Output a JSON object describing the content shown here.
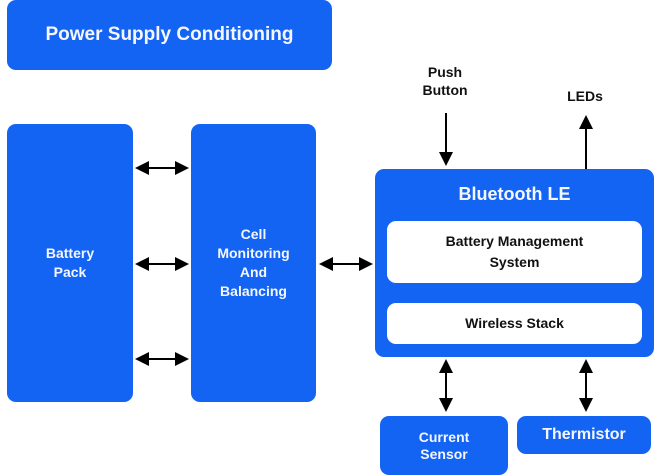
{
  "colors": {
    "block": "#1464f4",
    "block_text": "#f4f7ff",
    "inner": "#ffffff",
    "arrow": "#000000"
  },
  "blocks": {
    "power_supply": "Power Supply Conditioning",
    "battery_pack": [
      "Battery",
      "Pack"
    ],
    "cell_monitoring": [
      "Cell",
      "Monitoring",
      "And",
      "Balancing"
    ],
    "bluetooth": {
      "title": "Bluetooth LE",
      "bms": [
        "Battery Management",
        "System"
      ],
      "wireless_stack": "Wireless Stack"
    },
    "current_sensor": [
      "Current",
      "Sensor"
    ],
    "thermistor": "Thermistor"
  },
  "external": {
    "push_button": [
      "Push",
      "Button"
    ],
    "leds": "LEDs"
  },
  "connections": [
    {
      "from": "Battery Pack",
      "to": "Cell Monitoring And Balancing",
      "type": "bidirectional",
      "count": 3
    },
    {
      "from": "Cell Monitoring And Balancing",
      "to": "Bluetooth LE",
      "type": "bidirectional"
    },
    {
      "from": "Push Button",
      "to": "Bluetooth LE",
      "type": "directed"
    },
    {
      "from": "Bluetooth LE",
      "to": "LEDs",
      "type": "directed"
    },
    {
      "from": "Bluetooth LE",
      "to": "Current Sensor",
      "type": "bidirectional"
    },
    {
      "from": "Bluetooth LE",
      "to": "Thermistor",
      "type": "bidirectional"
    }
  ]
}
